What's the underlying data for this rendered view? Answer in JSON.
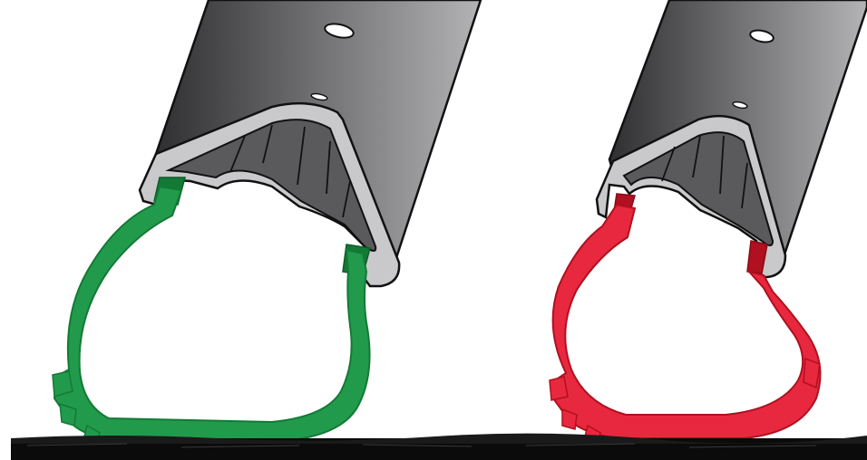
{
  "colors": {
    "background": "#ffffff",
    "tube_dark": "#2f2f31",
    "tube_light": "#b3b3b5",
    "rim_profile": "#c9c9cb",
    "rim_cavity": "#5a5a5c",
    "outline": "#111111",
    "tire_good": "#229a4c",
    "tire_good_dark": "#137a36",
    "tire_bad": "#e8283e",
    "tire_bad_dark": "#b0101f",
    "ground": "#0b0b0b"
  },
  "illustrations": [
    {
      "id": "left",
      "tire_state": "seated",
      "tire_color": "tire_good"
    },
    {
      "id": "right",
      "tire_state": "unseated",
      "tire_color": "tire_bad"
    }
  ]
}
